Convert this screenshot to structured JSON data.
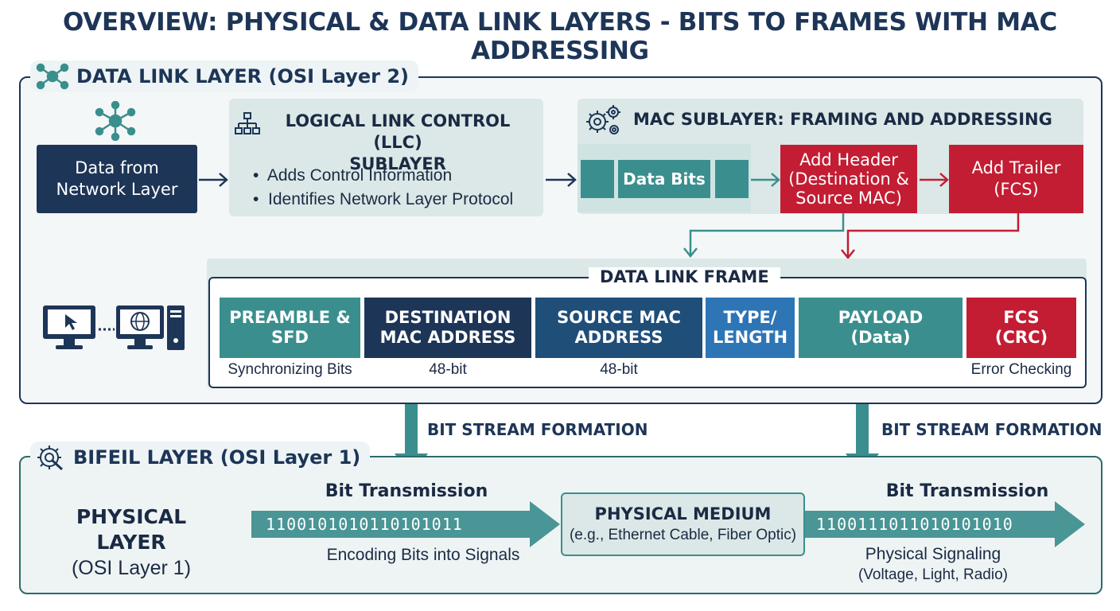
{
  "title": "OVERVIEW: PHYSICAL & DATA LINK LAYERS - BITS TO FRAMES WITH MAC ADDRESSING",
  "data_link_layer": {
    "label": "DATA LINK LAYER (OSI Layer 2)",
    "source_box": {
      "line1": "Data from",
      "line2": "Network Layer"
    },
    "llc": {
      "title_line1": "LOGICAL LINK CONTROL (LLC)",
      "title_line2": "SUBLAYER",
      "bullets": [
        "Adds Control Information",
        "Identifies Network Layer Protocol"
      ]
    },
    "mac": {
      "title": "MAC SUBLAYER: FRAMING AND ADDRESSING",
      "data_bits": "Data Bits",
      "add_header": {
        "line1": "Add Header",
        "line2": "(Destination &",
        "line3": "Source MAC)"
      },
      "add_trailer": {
        "line1": "Add Trailer",
        "line2": "(FCS)"
      }
    },
    "frame": {
      "title": "DATA LINK FRAME",
      "fields": [
        {
          "line1": "PREAMBLE &",
          "line2": "SFD",
          "sub": "Synchronizing Bits",
          "color": "#3a8f8e"
        },
        {
          "line1": "DESTINATION",
          "line2": "MAC ADDRESS",
          "sub": "48-bit",
          "color": "#1d3557"
        },
        {
          "line1": "SOURCE MAC",
          "line2": "ADDRESS",
          "sub": "48-bit",
          "color": "#1f4e79"
        },
        {
          "line1": "TYPE/",
          "line2": "LENGTH",
          "sub": "",
          "color": "#2e75b6"
        },
        {
          "line1": "PAYLOAD",
          "line2": "(Data)",
          "sub": "",
          "color": "#3a8f8e"
        },
        {
          "line1": "FCS",
          "line2": "(CRC)",
          "sub": "Error Checking",
          "color": "#c31d33"
        }
      ]
    }
  },
  "bit_stream_left": "BIT STREAM FORMATION",
  "bit_stream_right": "BIT STREAM FORMATION",
  "physical_layer": {
    "label": "BIFEIL LAYER (OSI Layer 1)",
    "name_line1": "PHYSICAL LAYER",
    "name_line2": "(OSI Layer 1)",
    "left_title": "Bit Transmission",
    "left_bits": "1100101010110101011",
    "left_caption": "Encoding Bits into Signals",
    "medium_title": "PHYSICAL MEDIUM",
    "medium_sub": "(e.g., Ethernet Cable, Fiber Optic)",
    "right_title": "Bit Transmission",
    "right_bits": "1100111011010101010",
    "right_caption_line1": "Physical Signaling",
    "right_caption_line2": "(Voltage, Light, Radio)"
  },
  "colors": {
    "navy": "#1d3557",
    "teal": "#3a8f8e",
    "red": "#c31d33",
    "blue": "#2e75b6"
  },
  "icons": [
    "network-icon",
    "hierarchy-icon",
    "gears-icon",
    "computer-icon",
    "globe-computer-icon",
    "tower-icon",
    "gear-search-icon"
  ]
}
